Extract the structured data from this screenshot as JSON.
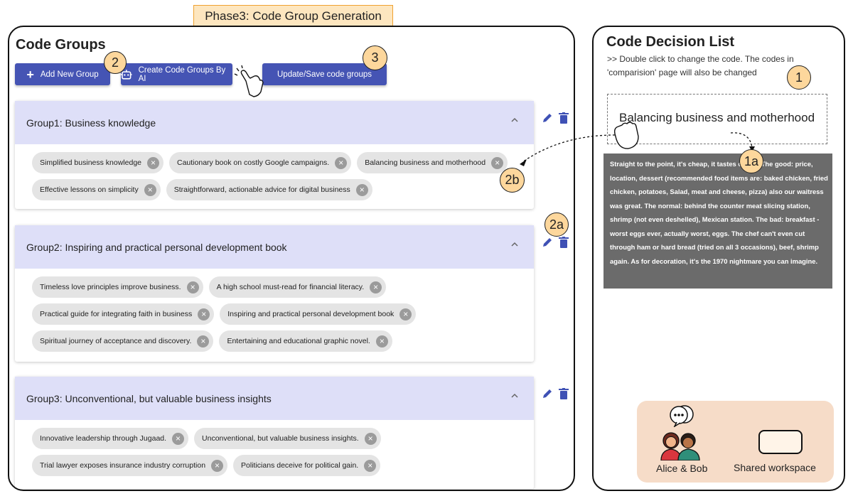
{
  "phase_tag": "Phase3: Code Group Generation",
  "left": {
    "title": "Code Groups",
    "buttons": {
      "add_group": "Add New Group",
      "create_ai": "Create Code Groups By AI",
      "update_save": "Update/Save code groups"
    },
    "groups": [
      {
        "title": "Group1: Business knowledge",
        "rows": [
          [
            "Simplified business knowledge",
            "Cautionary book on costly Google campaigns.",
            "Balancing business and motherhood"
          ],
          [
            "Effective lessons on simplicity",
            "Straightforward, actionable advice for digital business"
          ]
        ]
      },
      {
        "title": "Group2: Inspiring and practical personal development book",
        "rows": [
          [
            "Timeless love principles improve business.",
            "A high school must-read for financial literacy."
          ],
          [
            "Practical guide for integrating faith in business",
            "Inspiring and practical personal development book"
          ],
          [
            "Spiritual journey of acceptance and discovery.",
            "Entertaining and educational graphic novel."
          ]
        ]
      },
      {
        "title": "Group3: Unconventional, but valuable business insights",
        "rows": [
          [
            "Innovative leadership through Jugaad.",
            "Unconventional, but valuable business insights."
          ],
          [
            "Trial lawyer exposes insurance industry corruption",
            "Politicians deceive for political gain."
          ]
        ]
      }
    ]
  },
  "right": {
    "title": "Code Decision List",
    "instruction": ">> Double click to change the code. The codes in 'comparision' page will also be changed",
    "selected_code": "Balancing business and motherhood",
    "review_text": "Straight to the point, it's cheap, it tastes cheap. The good: price, location, dessert (recommended food items are: baked chicken, fried chicken, potatoes, Salad, meat and cheese, pizza) also our waitress was great. The normal: behind the counter meat slicing station, shrimp (not even deshelled), Mexican station. The bad: breakfast -worst eggs ever, actually worst, eggs. The chef can't even cut through ham or hard bread (tried on all 3 occasions), beef, shrimp again. As for decoration, it's the 1970 nightmare you can imagine.",
    "users_label": "Alice & Bob",
    "workspace_label": "Shared workspace"
  },
  "badges": {
    "b1": "1",
    "b1a": "1a",
    "b2": "2",
    "b2a": "2a",
    "b2b": "2b",
    "b3": "3"
  },
  "colors": {
    "button": "#4554b4",
    "group_header": "#dedff8",
    "chip": "#e4e4e4",
    "badge": "#fdd79c",
    "phase_tag": "#fde6bf",
    "review_bg": "#6b6b6b",
    "user_card": "#f6dcc8"
  },
  "icons": [
    "plus-icon",
    "robot-icon",
    "pointer-hand-icon",
    "chevron-up-icon",
    "pencil-icon",
    "trash-icon",
    "close-icon",
    "grab-hand-icon",
    "chat-bubble-icon",
    "people-icon"
  ]
}
